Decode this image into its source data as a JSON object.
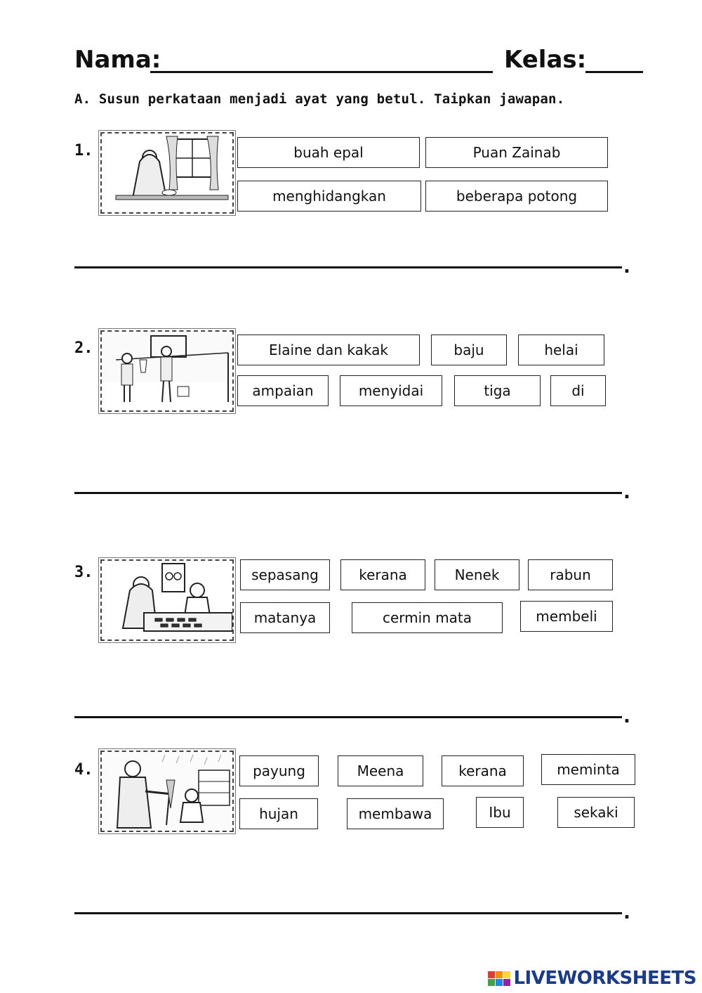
{
  "header": {
    "name_label": "Nama:",
    "class_label": "Kelas:"
  },
  "instruction": "A. Susun perkataan menjadi ayat yang betul. Taipkan jawapan.",
  "questions": [
    {
      "number": "1.",
      "words": [
        "buah epal",
        "Puan Zainab",
        "menghidangkan",
        "beberapa potong"
      ]
    },
    {
      "number": "2.",
      "words": [
        "Elaine dan kakak",
        "baju",
        "helai",
        "ampaian",
        "menyidai",
        "tiga",
        "di"
      ]
    },
    {
      "number": "3.",
      "words": [
        "sepasang",
        "kerana",
        "Nenek",
        "rabun",
        "matanya",
        "cermin mata",
        "membeli"
      ]
    },
    {
      "number": "4.",
      "words": [
        "payung",
        "Meena",
        "kerana",
        "meminta",
        "hujan",
        "membawa",
        "Ibu",
        "sekaki"
      ]
    }
  ],
  "answer_terminator": ".",
  "footer": {
    "brand": "LIVEWORKSHEETS",
    "colors": [
      "#e53935",
      "#fb8c00",
      "#fdd835",
      "#43a047",
      "#1e88e5",
      "#8e24aa"
    ]
  }
}
